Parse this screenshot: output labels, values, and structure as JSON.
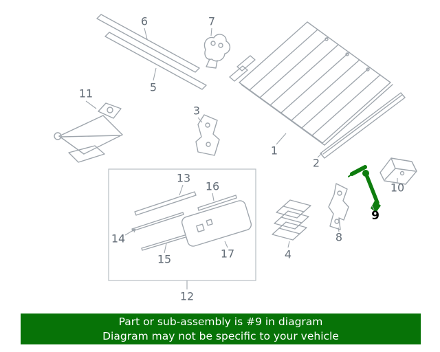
{
  "colors": {
    "diagram-line": "#9fa6ad",
    "box-line": "#b7bdc3",
    "callout-text": "#646e78",
    "highlight-green": "#0e7d0e",
    "banner-bg": "#077307",
    "banner-text": "#ffffff",
    "background": "#ffffff"
  },
  "diagram": {
    "highlighted_callout": "9",
    "callouts": {
      "p1": "1",
      "p2": "2",
      "p3": "3",
      "p4": "4",
      "p5": "5",
      "p6": "6",
      "p7": "7",
      "p8": "8",
      "p9": "9",
      "p10": "10",
      "p11": "11",
      "p12": "12",
      "p13": "13",
      "p14": "14",
      "p15": "15",
      "p16": "16",
      "p17": "17"
    }
  },
  "banner": {
    "line1": "Part or sub-assembly is #9 in diagram",
    "line2": "Diagram may not be specific to your vehicle"
  }
}
